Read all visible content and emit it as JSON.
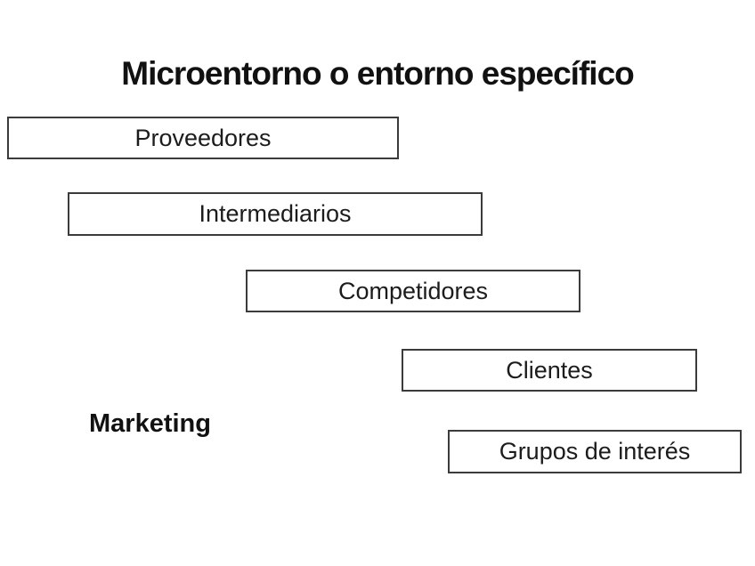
{
  "slide": {
    "title": "Microentorno o entorno específico",
    "side_label": "Marketing"
  },
  "diagram": {
    "type": "staircase-box-cascade",
    "arrangement": "boxes step down and to the right",
    "boxes": [
      {
        "label": "Proveedores"
      },
      {
        "label": "Intermediarios"
      },
      {
        "label": "Competidores"
      },
      {
        "label": "Clientes"
      },
      {
        "label": "Grupos de interés"
      }
    ],
    "colors": {
      "background": "#ffffff",
      "box_border": "#3b3b3b",
      "box_fill": "#ffffff",
      "text": "#111111"
    }
  }
}
